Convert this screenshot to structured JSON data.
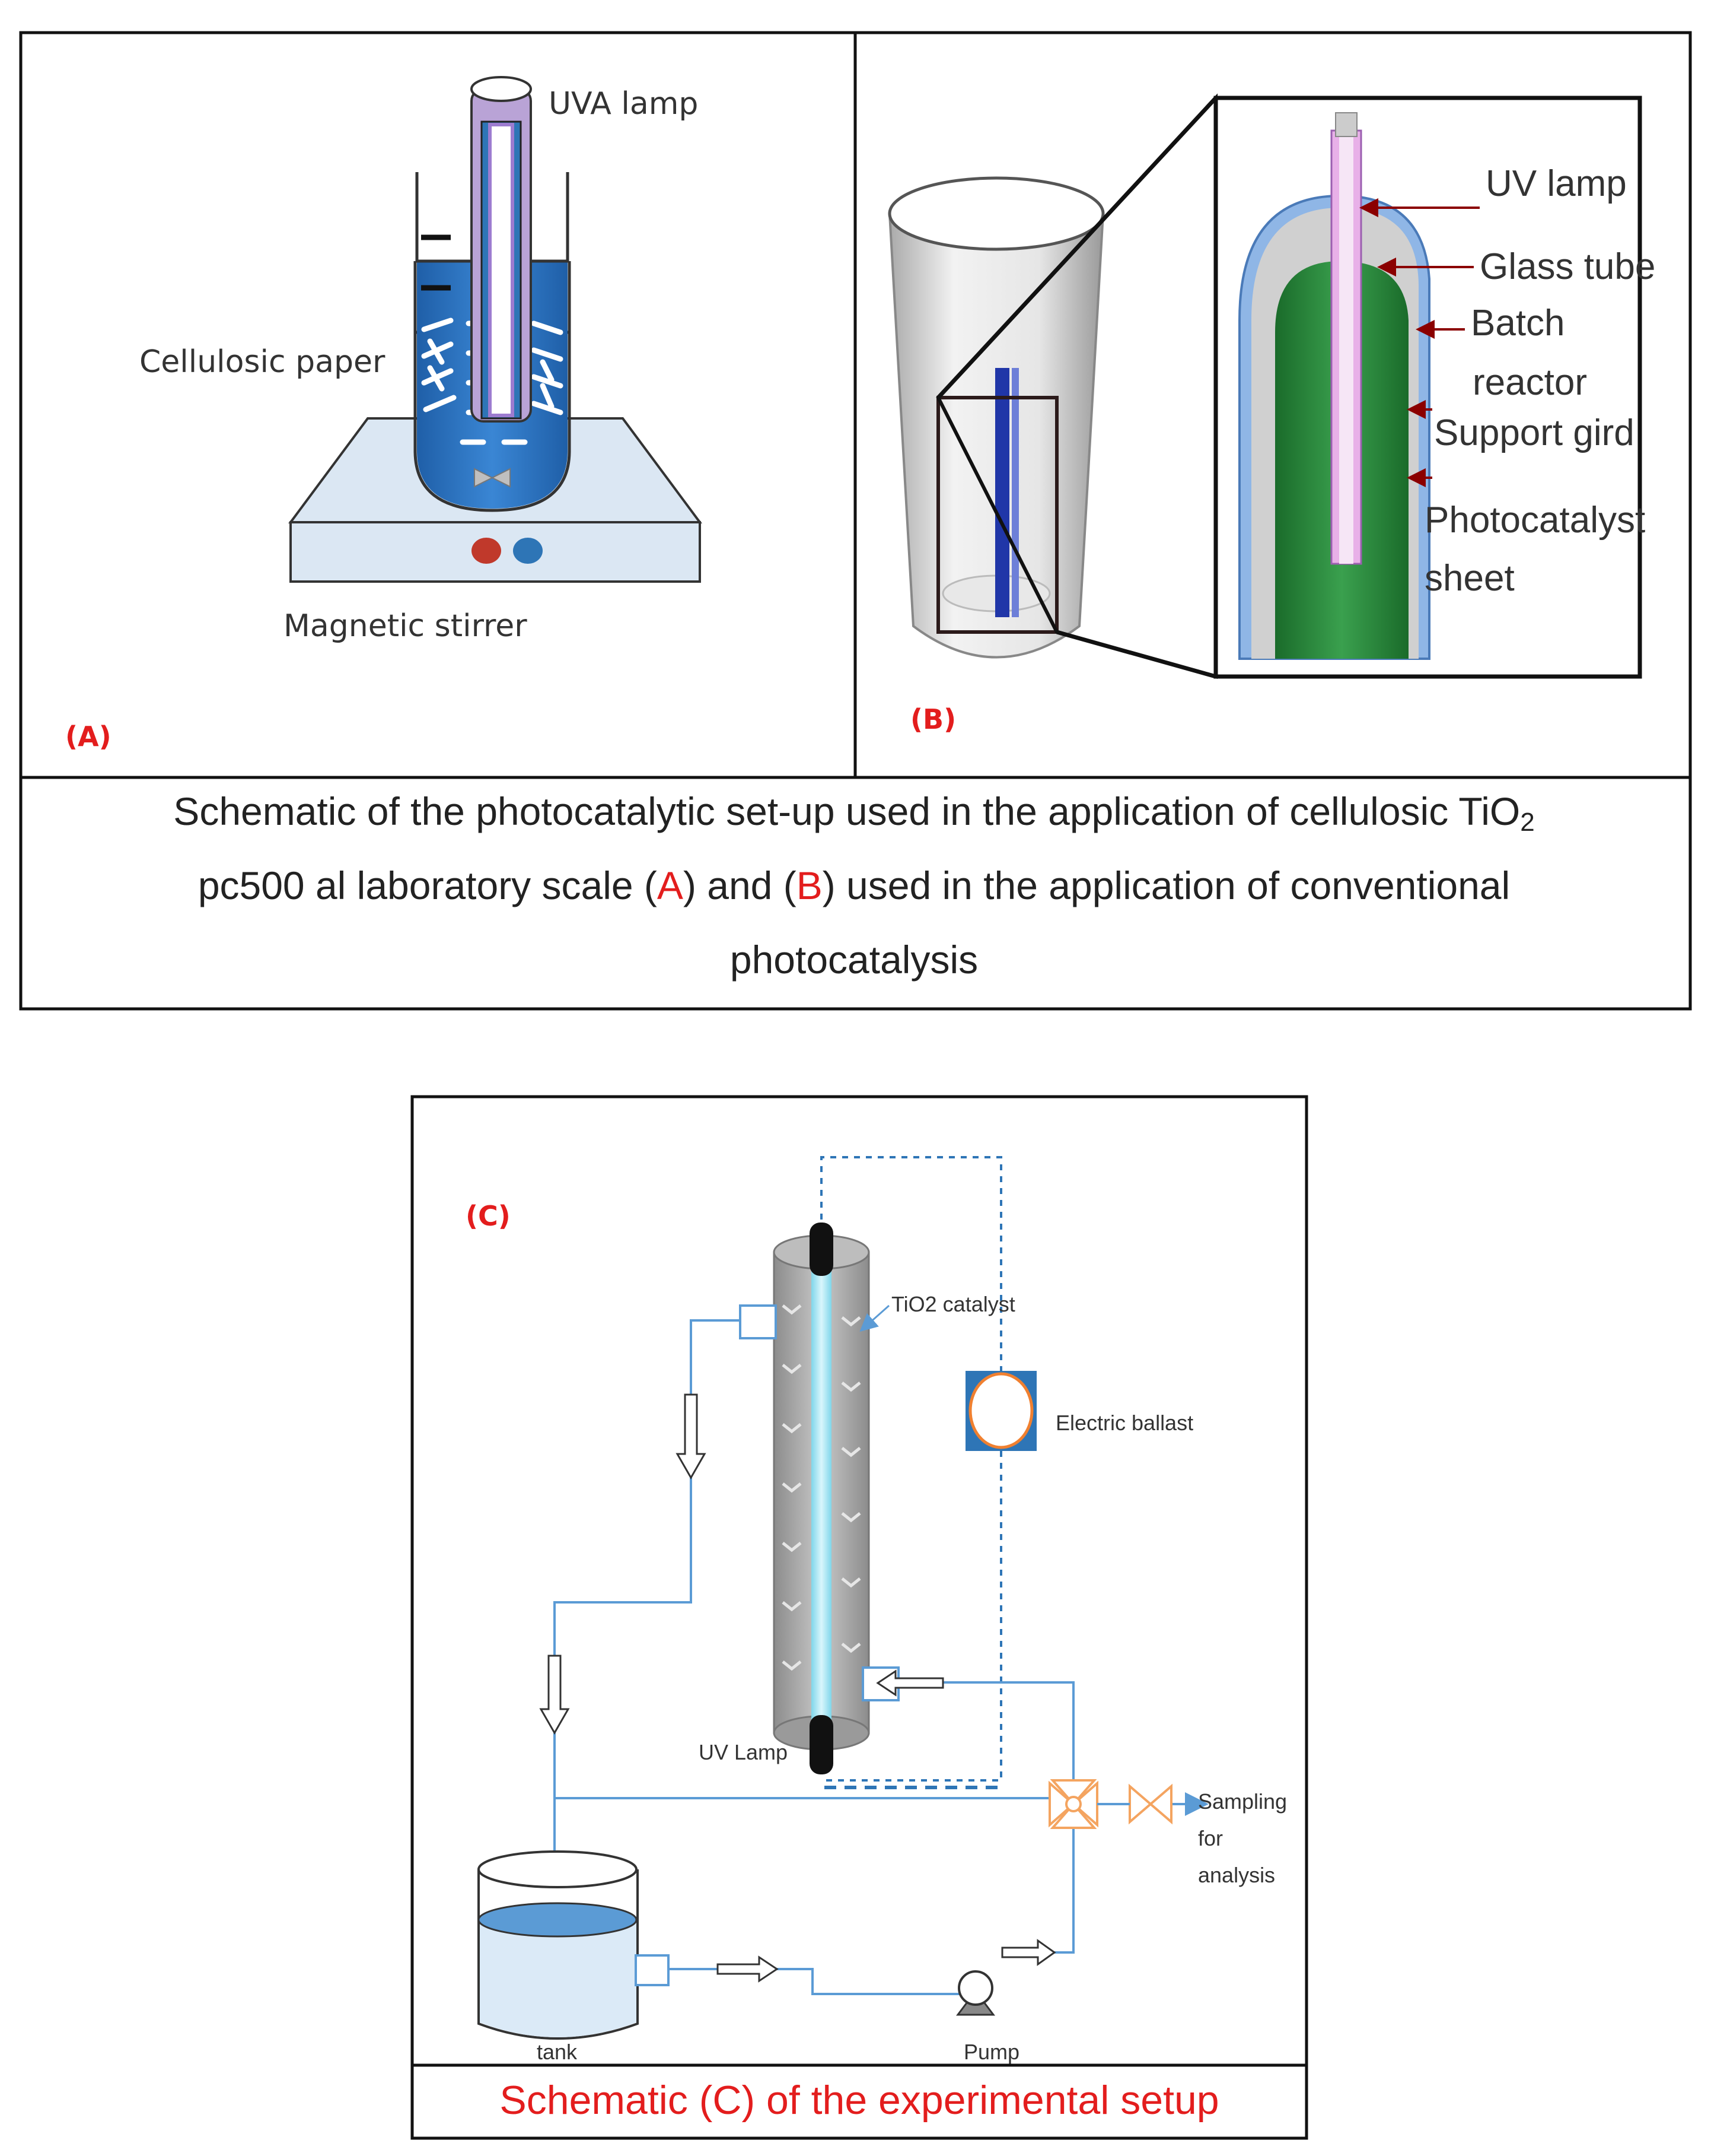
{
  "panel_a": {
    "tag": "(A)",
    "labels": {
      "lamp": "UVA lamp",
      "paper": "Cellulosic paper",
      "stirrer": "Magnetic stirrer"
    }
  },
  "panel_b": {
    "tag": "(B)",
    "labels": {
      "lamp": "UV lamp",
      "glass": "Glass tube",
      "batch1": "Batch",
      "batch2": "reactor",
      "grid": "Support gird",
      "photo1": "Photocatalyst",
      "photo2": "sheet"
    }
  },
  "caption_top": {
    "line1": "Schematic of the photocatalytic set-up used in the application of cellulosic TiO",
    "line1_sub": "2",
    "line2_pre": "pc500 al laboratory scale (",
    "line2_a": "A",
    "line2_mid": ") and (",
    "line2_b": "B",
    "line2_post": ") used in the application of conventional",
    "line3": "photocatalysis"
  },
  "panel_c": {
    "tag": "(C)",
    "labels": {
      "catalyst": "TiO2 catalyst",
      "ballast": "Electric ballast",
      "uv_lamp": "UV Lamp",
      "sampling1": "Sampling",
      "sampling2": "for",
      "sampling3": "analysis",
      "tank": "tank",
      "pump": "Pump"
    },
    "caption": "Schematic (C) of the experimental setup"
  },
  "colors": {
    "accent_red": "#e31d1d",
    "pipe_blue": "#5b9bd5",
    "water_blue": "#2e75b6",
    "valve_orange": "#f4a460"
  }
}
